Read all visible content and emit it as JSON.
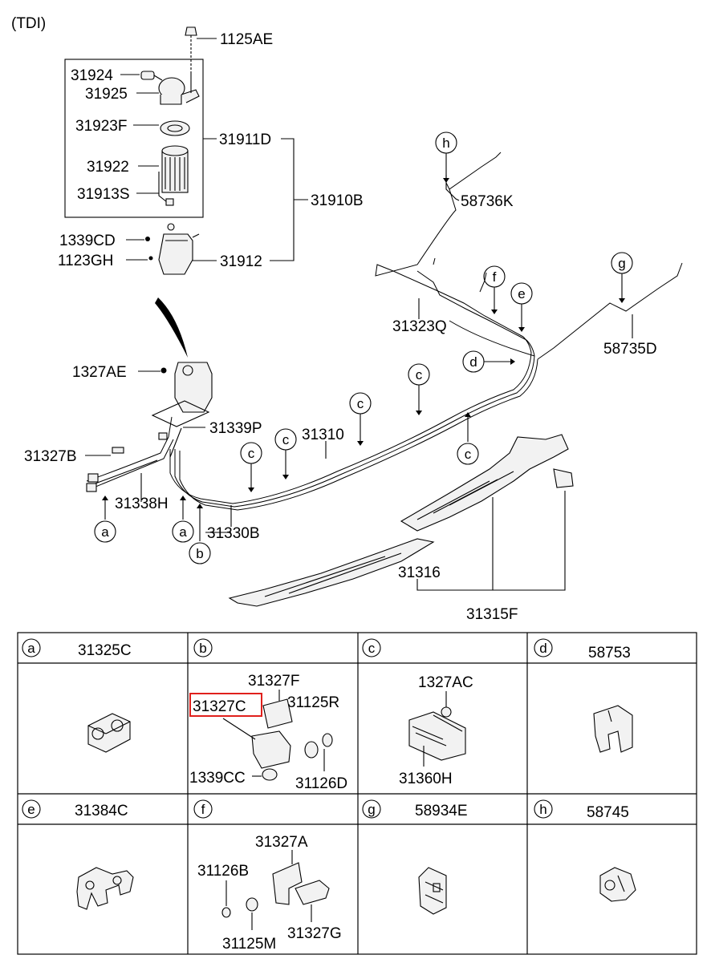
{
  "header": {
    "engine": "(TDI)"
  },
  "labels": {
    "l1125AE": "1125AE",
    "l31924": "31924",
    "l31925": "31925",
    "l31923F": "31923F",
    "l31911D": "31911D",
    "l31922": "31922",
    "l31913S": "31913S",
    "l31910B": "31910B",
    "l1339CD": "1339CD",
    "l1123GH": "1123GH",
    "l31912": "31912",
    "l58736K": "58736K",
    "l31323Q": "31323Q",
    "l58735D": "58735D",
    "l1327AE": "1327AE",
    "l31339P": "31339P",
    "l31310": "31310",
    "l31327B": "31327B",
    "l31338H": "31338H",
    "l31330B": "31330B",
    "l31316": "31316",
    "l31315F": "31315F"
  },
  "callouts": {
    "a": "a",
    "b": "b",
    "c": "c",
    "d": "d",
    "e": "e",
    "f": "f",
    "g": "g",
    "h": "h"
  },
  "table": {
    "row1": [
      {
        "letter": "a",
        "part": "31325C"
      },
      {
        "letter": "b",
        "part": ""
      },
      {
        "letter": "c",
        "part": ""
      },
      {
        "letter": "d",
        "part": "58753"
      }
    ],
    "row2": [
      {
        "letter": "e",
        "part": "31384C"
      },
      {
        "letter": "f",
        "part": ""
      },
      {
        "letter": "g",
        "part": "58934E"
      },
      {
        "letter": "h",
        "part": "58745"
      }
    ],
    "cell_b": {
      "p1": "31327F",
      "p2": "31327C",
      "p3": "31125R",
      "p4": "1339CC",
      "p5": "31126D"
    },
    "cell_c": {
      "p1": "1327AC",
      "p2": "31360H"
    },
    "cell_f": {
      "p1": "31327A",
      "p2": "31126B",
      "p3": "31125M",
      "p4": "31327G"
    }
  },
  "colors": {
    "highlight": "#e0201c",
    "line": "#000000",
    "background": "#ffffff"
  }
}
